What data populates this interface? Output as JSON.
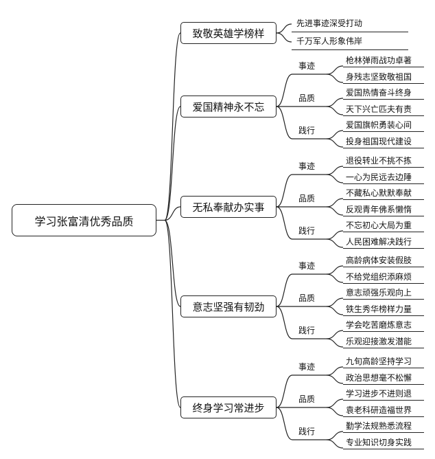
{
  "root": "学习张富清优秀品质",
  "branches": [
    {
      "label": "致敬英雄学榜样",
      "items": [
        "先进事迹深受打动",
        "千万军人形象伟岸"
      ]
    },
    {
      "label": "爱国精神永不忘",
      "groups": [
        {
          "label": "事迹",
          "items": [
            "枪林弹雨战功卓著",
            "身残志坚致敬祖国"
          ]
        },
        {
          "label": "品质",
          "items": [
            "爱国热情奋斗终身",
            "天下兴亡匹夫有责"
          ]
        },
        {
          "label": "践行",
          "items": [
            "爱国旗帜勇装心间",
            "投身祖国现代建设"
          ]
        }
      ]
    },
    {
      "label": "无私奉献办实事",
      "groups": [
        {
          "label": "事迹",
          "items": [
            "退役转业不挑不拣",
            "一心为民远去边陲"
          ]
        },
        {
          "label": "品质",
          "items": [
            "不藏私心默默奉献",
            "反观青年佛系懒惰"
          ]
        },
        {
          "label": "践行",
          "items": [
            "不忘初心大局为重",
            "人民困难解决践行"
          ]
        }
      ]
    },
    {
      "label": "意志坚强有韧劲",
      "groups": [
        {
          "label": "事迹",
          "items": [
            "高龄病体安装假肢",
            "不给党组织添麻烦"
          ]
        },
        {
          "label": "品质",
          "items": [
            "意志顽强乐观向上",
            "铁生秀华榜样力量"
          ]
        },
        {
          "label": "践行",
          "items": [
            "学会吃苦磨炼意志",
            "乐观迎接激发潜能"
          ]
        }
      ]
    },
    {
      "label": "终身学习常进步",
      "groups": [
        {
          "label": "事迹",
          "items": [
            "九旬高龄坚持学习",
            "政治思想毫不松懈"
          ]
        },
        {
          "label": "品质",
          "items": [
            "学习进步不进则退",
            "袁老科研造福世界"
          ]
        },
        {
          "label": "践行",
          "items": [
            "勤学法规熟悉流程",
            "专业知识切身实践"
          ]
        }
      ]
    }
  ]
}
